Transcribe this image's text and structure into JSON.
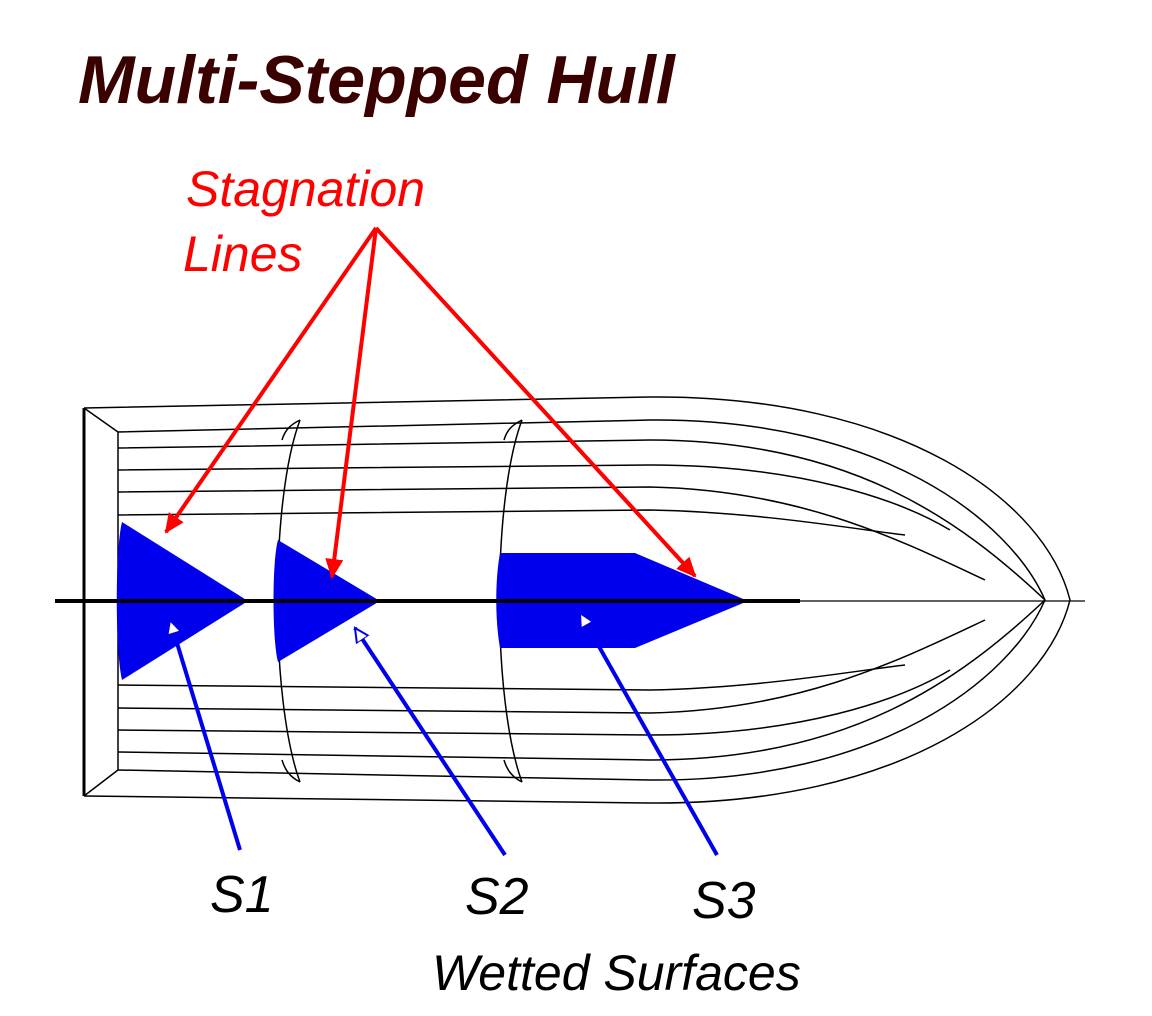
{
  "title": "Multi-Stepped Hull",
  "stagnation": {
    "line1": "Stagnation",
    "line2": "Lines"
  },
  "surfaces": {
    "s1": "S1",
    "s2": "S2",
    "s3": "S3"
  },
  "wetted_label": "Wetted Surfaces",
  "colors": {
    "title": "#3a0000",
    "stagnation": "#ff0000",
    "wetted": "#0000ee",
    "hull": "#000000",
    "text": "#000000"
  }
}
